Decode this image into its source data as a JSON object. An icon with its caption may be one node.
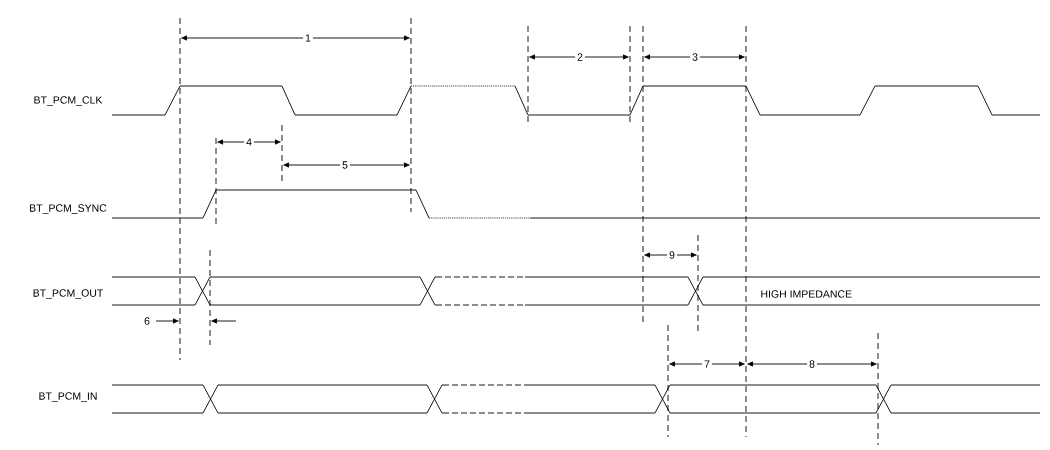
{
  "diagram": {
    "labels": [
      "1",
      "2",
      "3",
      "BT_PCM_CLK",
      "4",
      "5",
      "BT_PCM_SYNC",
      "9",
      "BT_PCM_OUT",
      "HIGH IMPEDANCE",
      "6",
      "7",
      "8",
      "BT_PCM_IN"
    ]
  }
}
